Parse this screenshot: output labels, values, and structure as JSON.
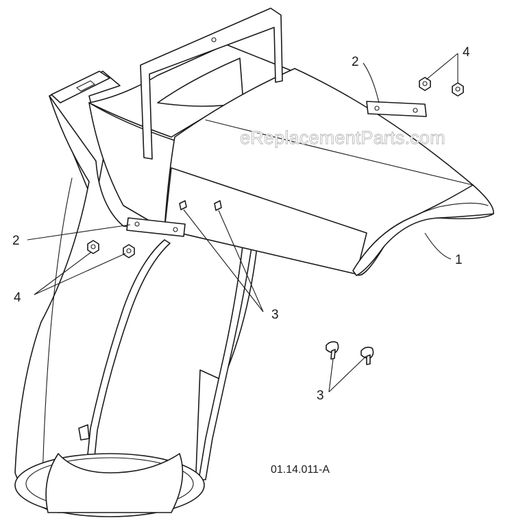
{
  "drawing_number": "01.14.011-A",
  "watermark": "eReplacementParts.com",
  "callouts": {
    "chute": "1",
    "strap_right": "2",
    "strap_left": "2",
    "bolts_upper": "3",
    "bolts_lower": "3",
    "nuts_right": "4",
    "nuts_left": "4"
  }
}
